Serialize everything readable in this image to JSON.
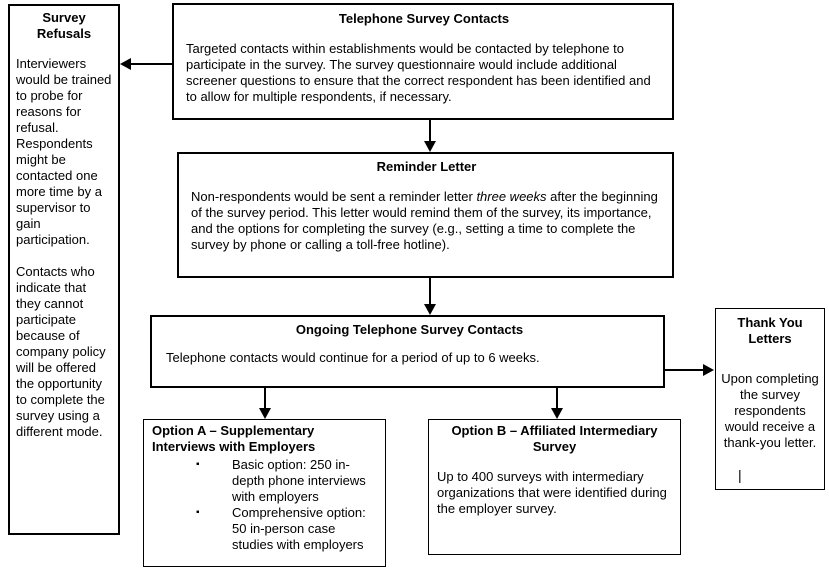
{
  "diagram": {
    "boxes": {
      "survey_refusals": {
        "title": "Survey Refusals",
        "para1": "Interviewers would be trained to probe for reasons for refusal.  Respondents might be contacted one more time by a supervisor to gain participation.",
        "para2": "Contacts who indicate that they cannot participate because of company policy will be offered the opportunity to complete the survey using a different mode."
      },
      "telephone_contacts": {
        "title": "Telephone Survey Contacts",
        "body": "Targeted contacts within establishments would be contacted by telephone to participate in the survey.  The survey questionnaire would include additional screener questions to ensure that the correct respondent has been identified and to allow for multiple respondents, if necessary."
      },
      "reminder_letter": {
        "title": "Reminder Letter",
        "body_before": "Non-respondents would be sent a reminder letter ",
        "body_italic": "three weeks",
        "body_after": " after the beginning of the survey period.  This letter would remind them of the survey, its importance, and the options for completing the survey (e.g., setting a time to complete the survey by phone or calling a toll-free hotline)."
      },
      "ongoing_contacts": {
        "title": "Ongoing Telephone Survey Contacts",
        "body": "Telephone contacts would continue for a period of up to 6 weeks."
      },
      "option_a": {
        "title": "Option A – Supplementary Interviews with Employers",
        "bullet_glyph": "▪",
        "bullets": [
          "Basic option: 250 in-depth phone interviews with employers",
          "Comprehensive option: 50 in-person case studies with employers"
        ]
      },
      "option_b": {
        "title": "Option B – Affiliated Intermediary Survey",
        "body": "Up to 400 surveys with intermediary organizations that were identified during the employer survey."
      },
      "thank_you": {
        "title": "Thank You Letters",
        "body": "Upon completing the survey respondents would receive a thank-you letter.",
        "cursor_artifact": "|"
      }
    },
    "colors": {
      "line": "#000000",
      "background": "#ffffff",
      "text": "#000000"
    }
  }
}
